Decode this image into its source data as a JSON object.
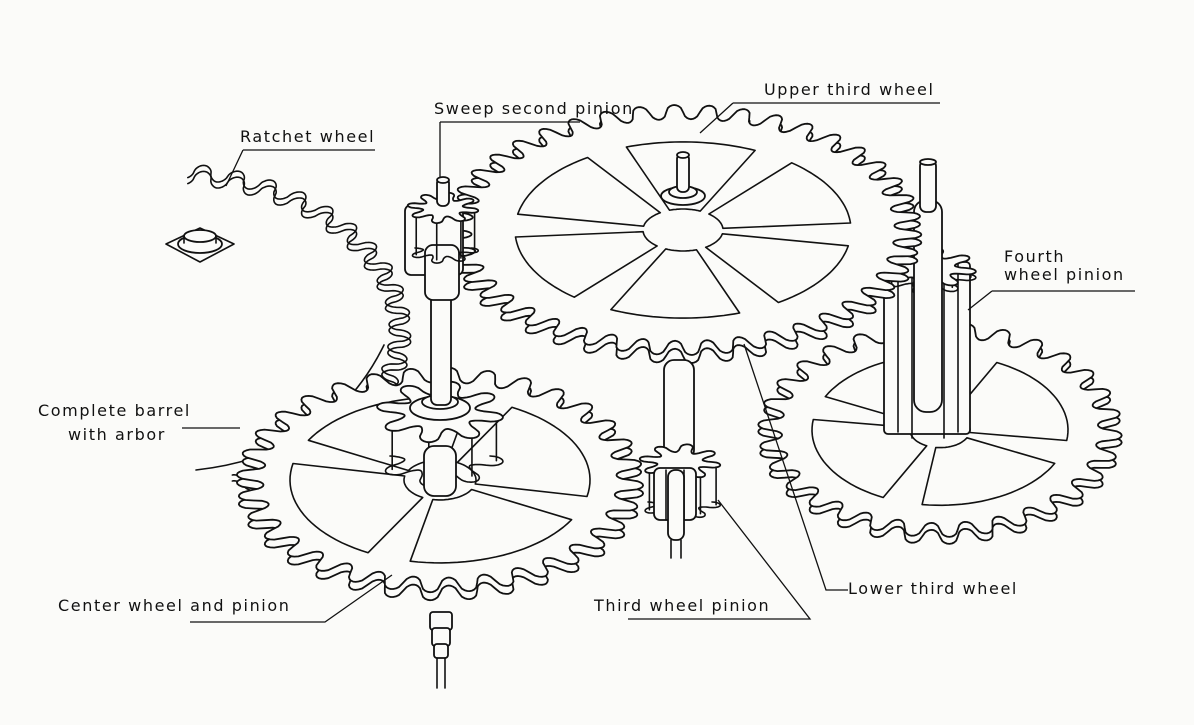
{
  "diagram": {
    "subject": "Watch gear train (exploded isometric line drawing)",
    "labels": {
      "sweep_second_pinion": "Sweep second pinion",
      "upper_third_wheel": "Upper third wheel",
      "ratchet_wheel": "Ratchet wheel",
      "fourth_wheel_pinion_line1": "Fourth",
      "fourth_wheel_pinion_line2": "wheel pinion",
      "complete_barrel_line1": "Complete barrel",
      "complete_barrel_line2": "with arbor",
      "center_wheel_and_pinion": "Center wheel and pinion",
      "third_wheel_pinion": "Third wheel pinion",
      "lower_third_wheel": "Lower third wheel"
    },
    "components": [
      "ratchet-wheel",
      "complete-barrel-with-arbor",
      "sweep-second-pinion",
      "upper-third-wheel",
      "fourth-wheel-pinion",
      "center-wheel-and-pinion",
      "third-wheel-pinion",
      "lower-third-wheel"
    ],
    "colors": {
      "ink": "#111111",
      "paper": "#fbfbf9"
    }
  }
}
